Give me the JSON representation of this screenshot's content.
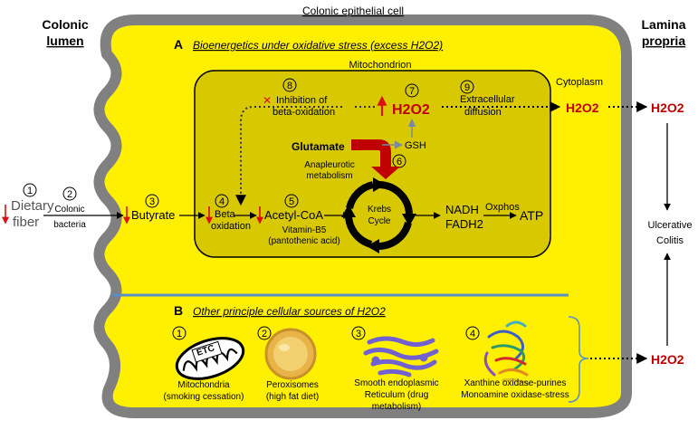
{
  "colors": {
    "cell_fill": "#ffef00",
    "cell_border": "#808080",
    "mito_fill": "#d8c800",
    "red": "#c00000",
    "arrow_red": "#d81010",
    "divider_blue": "#5a8fc8",
    "text": "#000000"
  },
  "labels": {
    "colonic_lumen_1": "Colonic",
    "colonic_lumen_2": "lumen",
    "epithelial_cell": "Colonic epithelial cell",
    "lamina_1": "Lamina",
    "lamina_2": "propria",
    "section_a_letter": "A",
    "section_a_title": "Bioenergetics under oxidative stress (excess H2O2)",
    "mitochondrion": "Mitochondrion",
    "cytoplasm": "Cytoplasm",
    "section_b_letter": "B",
    "section_b_title": "Other principle cellular sources of H2O2"
  },
  "steps": {
    "n1": "1",
    "n2": "2",
    "n3": "3",
    "n4": "4",
    "n5": "5",
    "n6": "6",
    "n7": "7",
    "n8": "8",
    "n9": "9"
  },
  "pathway": {
    "dietary_1": "Dietary",
    "dietary_2": "fiber",
    "bacteria_1": "Colonic",
    "bacteria_2": "bacteria",
    "butyrate": "Butyrate",
    "beta_1": "Beta",
    "beta_2": "oxidation",
    "acetyl": "Acetyl-CoA",
    "vit_1": "Vitamin-B5",
    "vit_2": "(pantothenic acid)",
    "krebs_1": "Krebs",
    "krebs_2": "Cycle",
    "nadh": "NADH",
    "fadh": "FADH2",
    "oxphos": "Oxphos",
    "atp": "ATP",
    "h2o2": "H2O2",
    "inhib_1": "Inhibition of",
    "inhib_2": "beta-oxidation",
    "extra_1": "Extracellular",
    "extra_2": "diffusion",
    "glutamate": "Glutamate",
    "gsh": "GSH",
    "ana_1": "Anapleurotic",
    "ana_2": "metabolism",
    "uc_1": "Ulcerative",
    "uc_2": "Colitis"
  },
  "sources": [
    {
      "num": "1",
      "icon": "mitochondria-icon",
      "label_1": "Mitochondria",
      "label_2": "(smoking cessation)",
      "badge": "ETC"
    },
    {
      "num": "2",
      "icon": "peroxisome-icon",
      "label_1": "Peroxisomes",
      "label_2": "(high fat diet)"
    },
    {
      "num": "3",
      "icon": "endoplasmic-reticulum-icon",
      "label_1": "Smooth endoplasmic",
      "label_2": "Reticulum (drug",
      "label_3": "metabolism)"
    },
    {
      "num": "4",
      "icon": "enzyme-structure-icon",
      "label_1": "Xanthine oxidase-purines",
      "label_2": "Monoamine oxidase-stress"
    }
  ]
}
